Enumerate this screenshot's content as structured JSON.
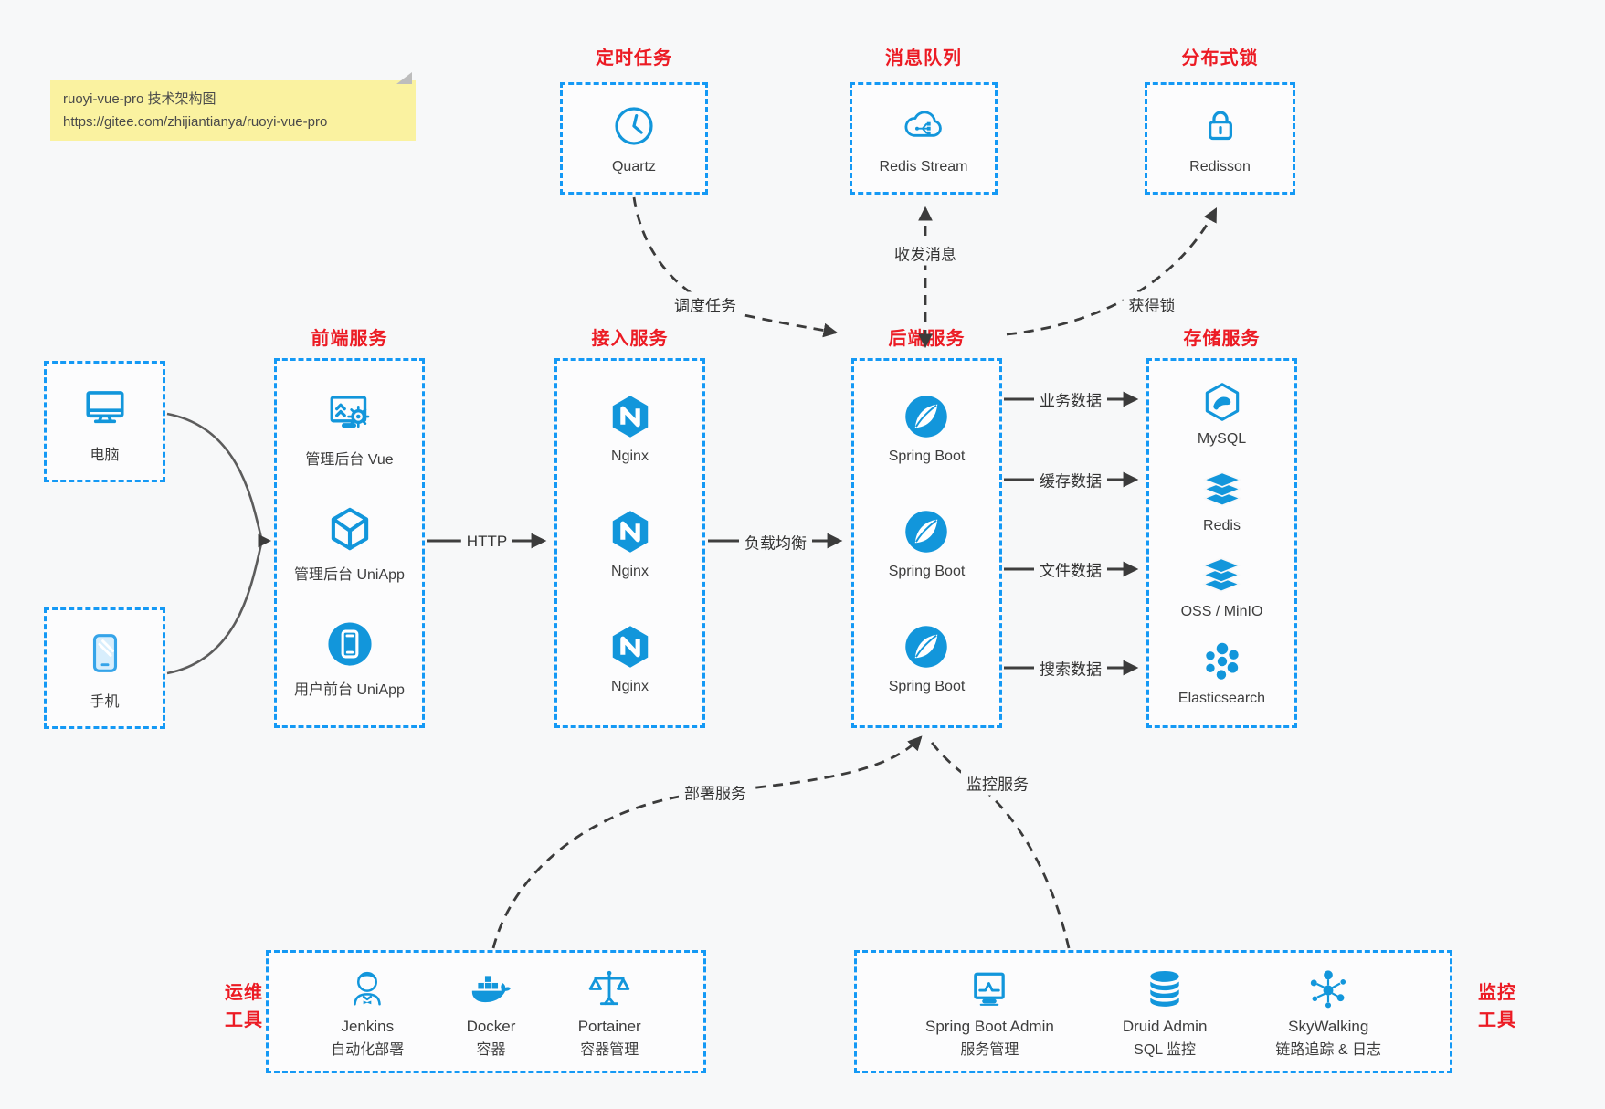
{
  "note": {
    "title": "ruoyi-vue-pro 技术架构图",
    "url": "https://gitee.com/zhijiantianya/ruoyi-vue-pro"
  },
  "top_row": [
    {
      "title": "定时任务",
      "label": "Quartz",
      "icon": "clock-icon"
    },
    {
      "title": "消息队列",
      "label": "Redis Stream",
      "icon": "cloud-stream-icon"
    },
    {
      "title": "分布式锁",
      "label": "Redisson",
      "icon": "lock-icon"
    }
  ],
  "clients": [
    {
      "label": "电脑",
      "icon": "desktop-icon"
    },
    {
      "label": "手机",
      "icon": "smartphone-icon"
    }
  ],
  "columns": {
    "frontend": {
      "title": "前端服务",
      "items": [
        "管理后台 Vue",
        "管理后台 UniApp",
        "用户前台 UniApp"
      ]
    },
    "gateway": {
      "title": "接入服务",
      "items": [
        "Nginx",
        "Nginx",
        "Nginx"
      ]
    },
    "backend": {
      "title": "后端服务",
      "items": [
        "Spring Boot",
        "Spring Boot",
        "Spring Boot"
      ]
    },
    "storage": {
      "title": "存储服务",
      "items": [
        "MySQL",
        "Redis",
        "OSS / MinIO",
        "Elasticsearch"
      ]
    }
  },
  "bottom": {
    "ops": {
      "title_lines": [
        "运维",
        "工具"
      ],
      "items": [
        {
          "name": "Jenkins",
          "desc": "自动化部署"
        },
        {
          "name": "Docker",
          "desc": "容器"
        },
        {
          "name": "Portainer",
          "desc": "容器管理"
        }
      ]
    },
    "monitor": {
      "title_lines": [
        "监控",
        "工具"
      ],
      "items": [
        {
          "name": "Spring Boot Admin",
          "desc": "服务管理"
        },
        {
          "name": "Druid Admin",
          "desc": "SQL 监控"
        },
        {
          "name": "SkyWalking",
          "desc": "链路追踪 & 日志"
        }
      ]
    }
  },
  "edges": {
    "http": "HTTP",
    "load_balance": "负载均衡",
    "schedule": "调度任务",
    "messages": "收发消息",
    "lock": "获得锁",
    "business": "业务数据",
    "cache": "缓存数据",
    "file": "文件数据",
    "search": "搜索数据",
    "deploy": "部署服务",
    "monitor": "监控服务"
  },
  "colors": {
    "accent_blue": "#1296db",
    "border_blue": "#1499f5",
    "title_red": "#ec1b24",
    "line_gray": "#3f3f3f",
    "note_yellow": "#faf2a0"
  }
}
